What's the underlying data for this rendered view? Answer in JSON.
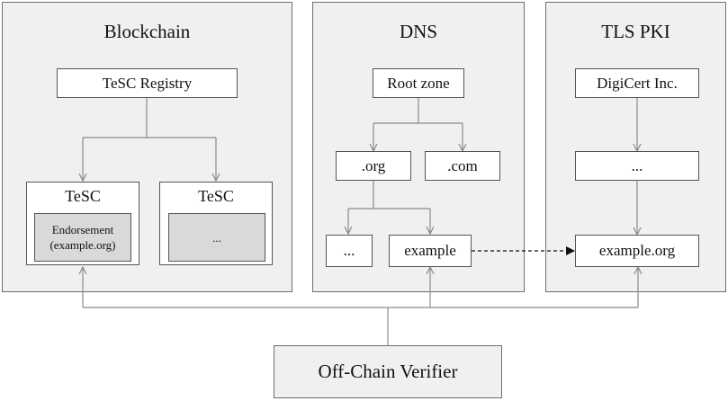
{
  "panels": {
    "blockchain": {
      "title": "Blockchain"
    },
    "dns": {
      "title": "DNS"
    },
    "tls": {
      "title": "TLS PKI"
    }
  },
  "blockchain": {
    "registry": "TeSC Registry",
    "tesc_left": {
      "title": "TeSC",
      "inner_line1": "Endorsement",
      "inner_line2": "(example.org)"
    },
    "tesc_right": {
      "title": "TeSC",
      "inner": "..."
    }
  },
  "dns": {
    "root": "Root zone",
    "org": ".org",
    "com": ".com",
    "ellipsis": "...",
    "example": "example"
  },
  "tls": {
    "ca": "DigiCert Inc.",
    "ellipsis": "...",
    "leaf": "example.org"
  },
  "verifier": {
    "label": "Off-Chain Verifier"
  },
  "colors": {
    "panel_fill": "#f0f0f0",
    "inner_fill": "#d9d9d9",
    "line": "#8a8a8a",
    "border": "#555555"
  }
}
